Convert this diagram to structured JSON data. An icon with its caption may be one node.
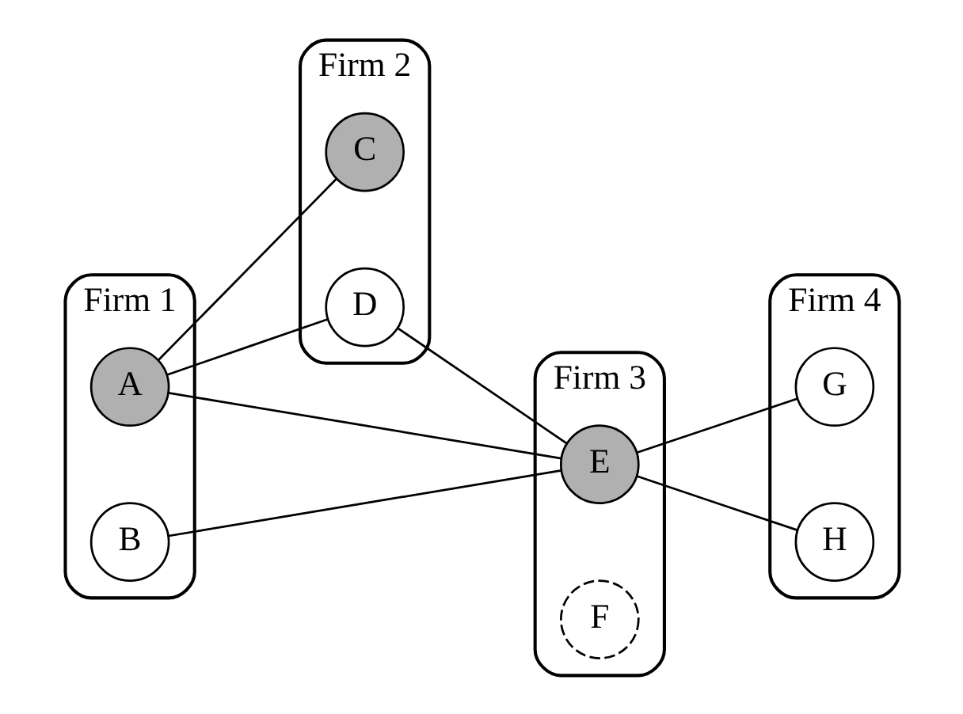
{
  "diagram": {
    "nodes": [
      {
        "text": [
          "Firm 2"
        ]
      },
      {
        "text": [
          "C"
        ],
        "in": 0
      },
      {
        "text": [
          "D"
        ],
        "in": 0
      },
      {
        "text": [
          "Firm 1"
        ]
      },
      {
        "text": [
          "A"
        ],
        "in": 3
      },
      {
        "text": [
          "B"
        ],
        "in": 3
      },
      {
        "text": [
          "Firm 3"
        ]
      },
      {
        "text": [
          "E"
        ],
        "in": 6
      },
      {
        "text": [
          "F"
        ],
        "in": 6
      },
      {
        "text": [
          "Firm 4"
        ]
      },
      {
        "text": [
          "G"
        ],
        "in": 9
      },
      {
        "text": [
          "H"
        ],
        "in": 9
      }
    ],
    "edges": [
      {
        "from": 4,
        "to": 1,
        "arrow": "none"
      },
      {
        "from": 4,
        "to": 2,
        "arrow": "none"
      },
      {
        "from": 2,
        "to": 7,
        "arrow": "none"
      },
      {
        "from": 4,
        "to": 7,
        "arrow": "none"
      },
      {
        "from": 5,
        "to": 7,
        "arrow": "none"
      },
      {
        "from": 7,
        "to": 10,
        "arrow": "none"
      },
      {
        "from": 7,
        "to": 11,
        "arrow": "none"
      }
    ]
  }
}
